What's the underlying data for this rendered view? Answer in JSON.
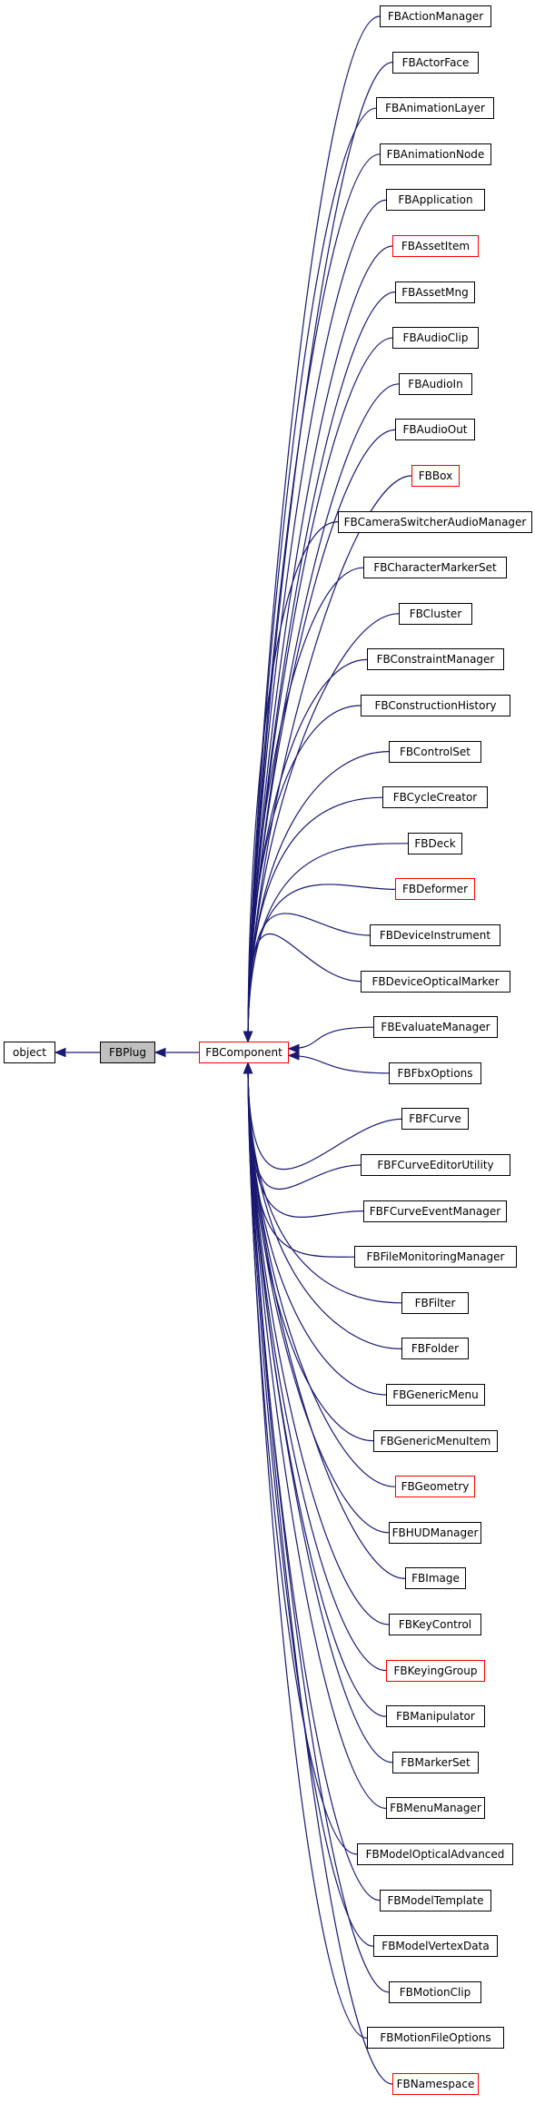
{
  "diagram": {
    "root": {
      "label": "object"
    },
    "plug": {
      "label": "FBPlug"
    },
    "component": {
      "label": "FBComponent"
    },
    "colors": {
      "edge": "#191970",
      "red_border": "#ff0000",
      "black_border": "#000000",
      "current_fill": "#bfbfbf",
      "background": "#ffffff"
    },
    "subclasses": [
      {
        "label": "FBActionManager",
        "red": false
      },
      {
        "label": "FBActorFace",
        "red": false
      },
      {
        "label": "FBAnimationLayer",
        "red": false
      },
      {
        "label": "FBAnimationNode",
        "red": false
      },
      {
        "label": "FBApplication",
        "red": false
      },
      {
        "label": "FBAssetItem",
        "red": true
      },
      {
        "label": "FBAssetMng",
        "red": false
      },
      {
        "label": "FBAudioClip",
        "red": false
      },
      {
        "label": "FBAudioIn",
        "red": false
      },
      {
        "label": "FBAudioOut",
        "red": false
      },
      {
        "label": "FBBox",
        "red": true
      },
      {
        "label": "FBCameraSwitcherAudioManager",
        "red": false
      },
      {
        "label": "FBCharacterMarkerSet",
        "red": false
      },
      {
        "label": "FBCluster",
        "red": false
      },
      {
        "label": "FBConstraintManager",
        "red": false
      },
      {
        "label": "FBConstructionHistory",
        "red": false
      },
      {
        "label": "FBControlSet",
        "red": false
      },
      {
        "label": "FBCycleCreator",
        "red": false
      },
      {
        "label": "FBDeck",
        "red": false
      },
      {
        "label": "FBDeformer",
        "red": true
      },
      {
        "label": "FBDeviceInstrument",
        "red": false
      },
      {
        "label": "FBDeviceOpticalMarker",
        "red": false
      },
      {
        "label": "FBEvaluateManager",
        "red": false
      },
      {
        "label": "FBFbxOptions",
        "red": false
      },
      {
        "label": "FBFCurve",
        "red": false
      },
      {
        "label": "FBFCurveEditorUtility",
        "red": false
      },
      {
        "label": "FBFCurveEventManager",
        "red": false
      },
      {
        "label": "FBFileMonitoringManager",
        "red": false
      },
      {
        "label": "FBFilter",
        "red": false
      },
      {
        "label": "FBFolder",
        "red": false
      },
      {
        "label": "FBGenericMenu",
        "red": false
      },
      {
        "label": "FBGenericMenuItem",
        "red": false
      },
      {
        "label": "FBGeometry",
        "red": true
      },
      {
        "label": "FBHUDManager",
        "red": false
      },
      {
        "label": "FBImage",
        "red": false
      },
      {
        "label": "FBKeyControl",
        "red": false
      },
      {
        "label": "FBKeyingGroup",
        "red": true
      },
      {
        "label": "FBManipulator",
        "red": false
      },
      {
        "label": "FBMarkerSet",
        "red": false
      },
      {
        "label": "FBMenuManager",
        "red": false
      },
      {
        "label": "FBModelOpticalAdvanced",
        "red": false
      },
      {
        "label": "FBModelTemplate",
        "red": false
      },
      {
        "label": "FBModelVertexData",
        "red": false
      },
      {
        "label": "FBMotionClip",
        "red": false
      },
      {
        "label": "FBMotionFileOptions",
        "red": false
      },
      {
        "label": "FBNamespace",
        "red": true
      }
    ]
  }
}
